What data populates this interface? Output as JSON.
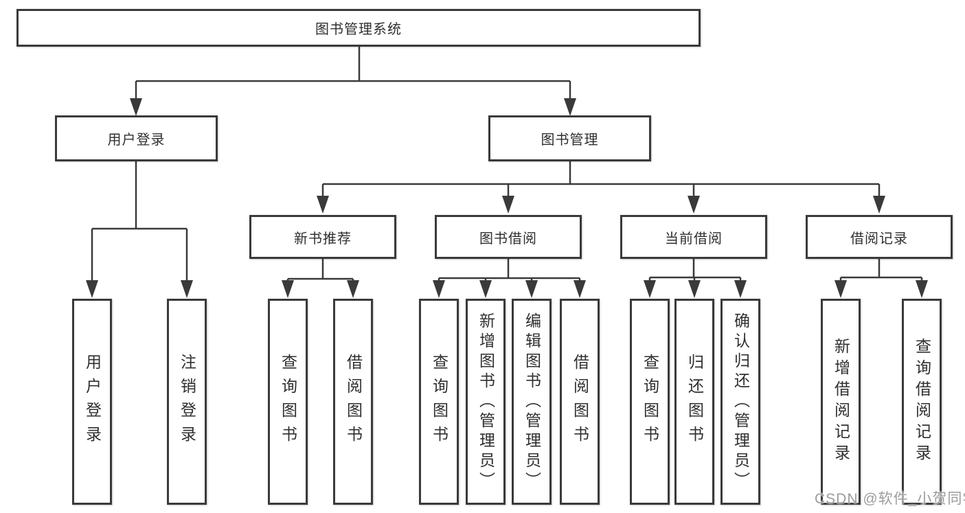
{
  "diagram": {
    "root": {
      "label": "图书管理系统"
    },
    "level2": [
      {
        "label": "用户登录"
      },
      {
        "label": "图书管理"
      }
    ],
    "level3": [
      {
        "label": "新书推荐"
      },
      {
        "label": "图书借阅"
      },
      {
        "label": "当前借阅"
      },
      {
        "label": "借阅记录"
      }
    ],
    "leaves": {
      "user_login": [
        "用户登录",
        "注销登录"
      ],
      "new_book": [
        "查询图书",
        "借阅图书"
      ],
      "book_borrow": [
        "查询图书",
        "新增图书（管理员）",
        "编辑图书（管理员）",
        "借阅图书"
      ],
      "current_borrow": [
        "查询图书",
        "归还图书",
        "确认归还（管理员）"
      ],
      "borrow_record": [
        "新增借阅记录",
        "查询借阅记录"
      ]
    }
  },
  "watermark": "CSDN @软件_小贺同学",
  "colors": {
    "line": "#3a3a3a",
    "text": "#2f2f2f",
    "watermark": "#9c9c9c",
    "background": "#ffffff"
  }
}
